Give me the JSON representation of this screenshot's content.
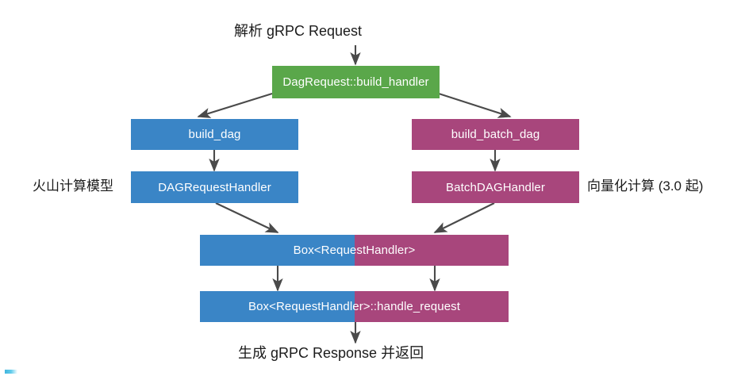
{
  "diagram": {
    "title_top": "解析 gRPC Request",
    "title_bottom": "生成 gRPC Response 并返回",
    "side_labels": {
      "left": "火山计算模型",
      "right": "向量化计算 (3.0 起)"
    },
    "colors": {
      "green": "#5aa74a",
      "blue": "#3a85c6",
      "red": "#a8467c",
      "edge": "#4a4a4a",
      "text": "#1b1b1b",
      "node_text": "#ffffff",
      "background": "#ffffff"
    },
    "nodes": [
      {
        "id": "build_handler",
        "label": "DagRequest::build_handler",
        "color": "green"
      },
      {
        "id": "build_dag",
        "label": "build_dag",
        "color": "blue"
      },
      {
        "id": "build_batch_dag",
        "label": "build_batch_dag",
        "color": "red"
      },
      {
        "id": "dag_handler",
        "label": "DAGRequestHandler",
        "color": "blue"
      },
      {
        "id": "batch_handler",
        "label": "BatchDAGHandler",
        "color": "red"
      },
      {
        "id": "box_handler",
        "label": "Box<RequestHandler>",
        "color": "split"
      },
      {
        "id": "handle_request",
        "label": "Box<RequestHandler>::handle_request",
        "color": "split"
      }
    ],
    "edges": [
      {
        "from": "entry",
        "to": "build_handler"
      },
      {
        "from": "build_handler",
        "to": "build_dag"
      },
      {
        "from": "build_handler",
        "to": "build_batch_dag"
      },
      {
        "from": "build_dag",
        "to": "dag_handler"
      },
      {
        "from": "build_batch_dag",
        "to": "batch_handler"
      },
      {
        "from": "dag_handler",
        "to": "box_handler"
      },
      {
        "from": "batch_handler",
        "to": "box_handler"
      },
      {
        "from": "box_handler",
        "to": "handle_request"
      },
      {
        "from": "box_handler",
        "to": "handle_request"
      },
      {
        "from": "handle_request",
        "to": "exit"
      }
    ]
  }
}
